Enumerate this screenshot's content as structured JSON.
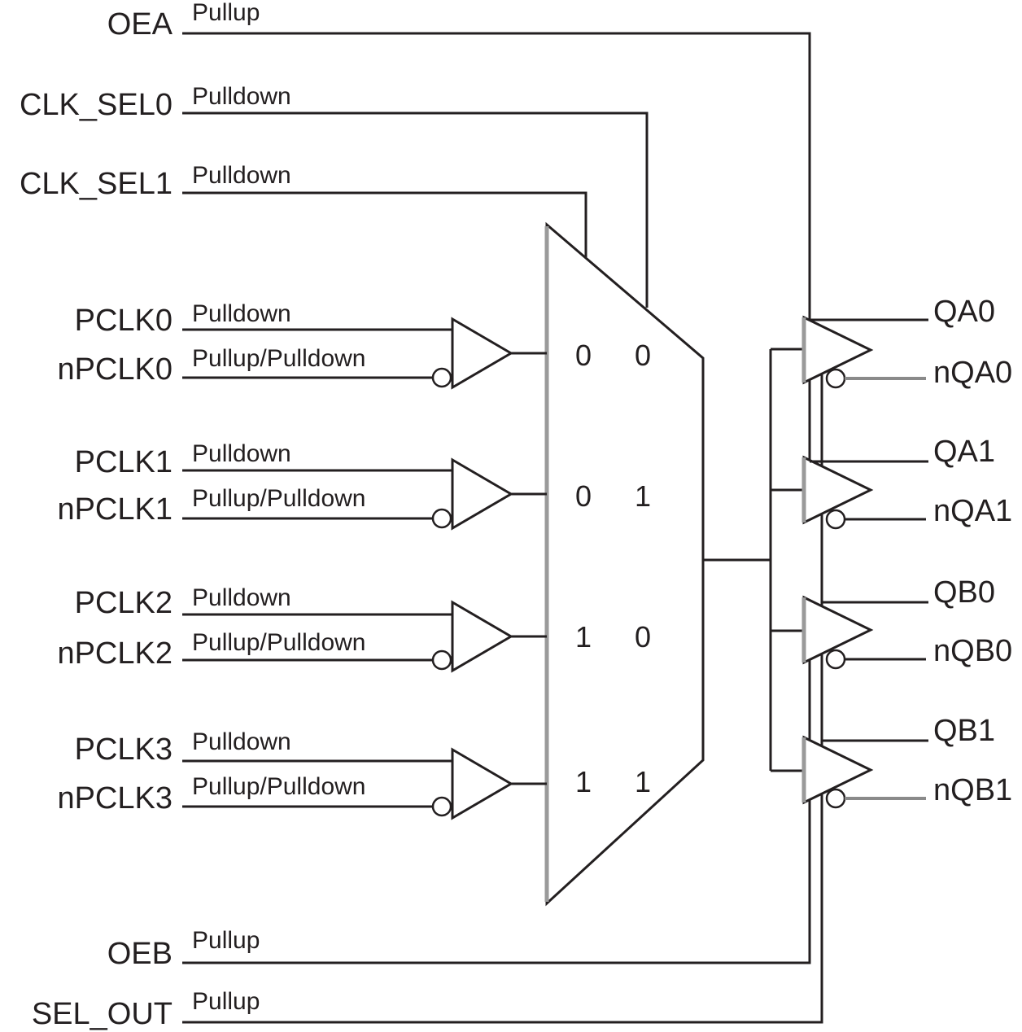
{
  "diagram": {
    "title": "Clock multiplexer / fanout buffer block diagram",
    "control_inputs": [
      {
        "name": "OEA",
        "bias": "Pullup"
      },
      {
        "name": "CLK_SEL0",
        "bias": "Pulldown"
      },
      {
        "name": "CLK_SEL1",
        "bias": "Pulldown"
      }
    ],
    "clock_inputs": [
      {
        "true": "PCLK0",
        "true_bias": "Pulldown",
        "comp": "nPCLK0",
        "comp_bias": "Pullup/Pulldown",
        "sel1": "0",
        "sel0": "0"
      },
      {
        "true": "PCLK1",
        "true_bias": "Pulldown",
        "comp": "nPCLK1",
        "comp_bias": "Pullup/Pulldown",
        "sel1": "0",
        "sel0": "1"
      },
      {
        "true": "PCLK2",
        "true_bias": "Pulldown",
        "comp": "nPCLK2",
        "comp_bias": "Pullup/Pulldown",
        "sel1": "1",
        "sel0": "0"
      },
      {
        "true": "PCLK3",
        "true_bias": "Pulldown",
        "comp": "nPCLK3",
        "comp_bias": "Pullup/Pulldown",
        "sel1": "1",
        "sel0": "1"
      }
    ],
    "bottom_inputs": [
      {
        "name": "OEB",
        "bias": "Pullup"
      },
      {
        "name": "SEL_OUT",
        "bias": "Pullup"
      }
    ],
    "outputs": [
      {
        "q": "QA0",
        "nq": "nQA0"
      },
      {
        "q": "QA1",
        "nq": "nQA1"
      },
      {
        "q": "QB0",
        "nq": "nQB0"
      },
      {
        "q": "QB1",
        "nq": "nQB1"
      }
    ],
    "colors": {
      "line": "#231f20",
      "edge": "#9a9a9a",
      "background": "#ffffff"
    }
  }
}
